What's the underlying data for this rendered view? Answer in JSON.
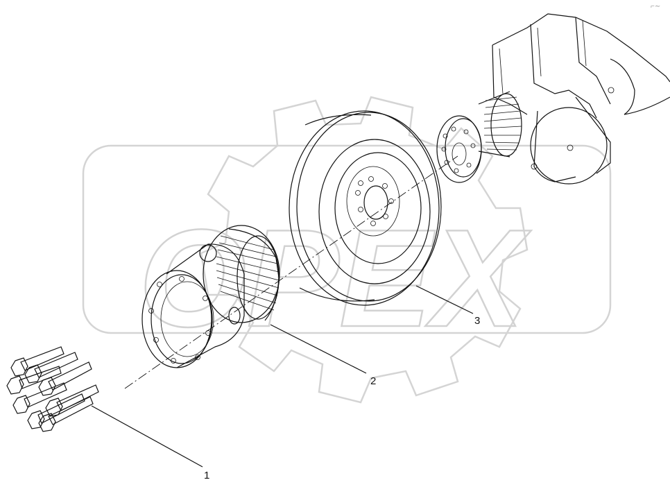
{
  "diagram": {
    "callouts": [
      {
        "id": "1",
        "label": "1"
      },
      {
        "id": "2",
        "label": "2"
      },
      {
        "id": "3",
        "label": "3"
      }
    ],
    "watermark_text": "OPEX",
    "corner_mark": "⌐∼"
  }
}
